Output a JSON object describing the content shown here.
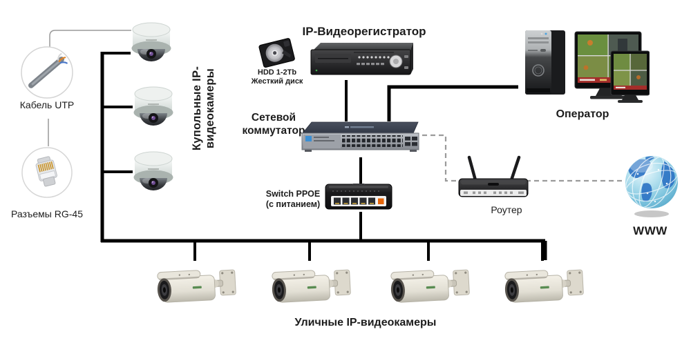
{
  "diagram": {
    "title_hint": "IP video surveillance system topology",
    "labels": {
      "cable_utp": "Кабель UTP",
      "rj45": "Разъемы RG-45",
      "dome_cameras_vertical": "Купольные IP-видеокамеры",
      "dvr_title": "IP-Видеорегистратор",
      "hdd_line1": "HDD 1-2Tb",
      "hdd_line2": "Жесткий диск",
      "network_switch_line1": "Сетевой",
      "network_switch_line2": "коммутатор",
      "poe_switch_line1": "Switch PPOE",
      "poe_switch_line2": "(с питанием)",
      "operator": "Оператор",
      "router": "Роутер",
      "www": "WWW",
      "outdoor_cameras": "Уличные IP-видеокамеры"
    },
    "icons": {
      "utp_cable": "utp-cable-icon",
      "rj45_connector": "rj45-connector-icon",
      "dome_camera": "dome-camera-icon",
      "hdd": "hdd-icon",
      "dvr": "dvr-icon",
      "network_switch": "network-switch-icon",
      "poe_switch": "poe-switch-icon",
      "router": "router-icon",
      "operator_workstation": "operator-workstation-icon",
      "globe": "globe-icon",
      "bullet_camera": "bullet-camera-icon"
    },
    "counts": {
      "dome_cameras": 3,
      "outdoor_cameras": 4
    },
    "colors": {
      "background": "#ffffff",
      "solid_line": "#000000",
      "thin_line": "#999999",
      "dashed_line": "#9a9a9a",
      "text": "#1c1c1c",
      "globe_ocean": "#7cc3dd",
      "globe_land": "#2e74c4",
      "poe_port_accent": "#e5660b"
    }
  }
}
